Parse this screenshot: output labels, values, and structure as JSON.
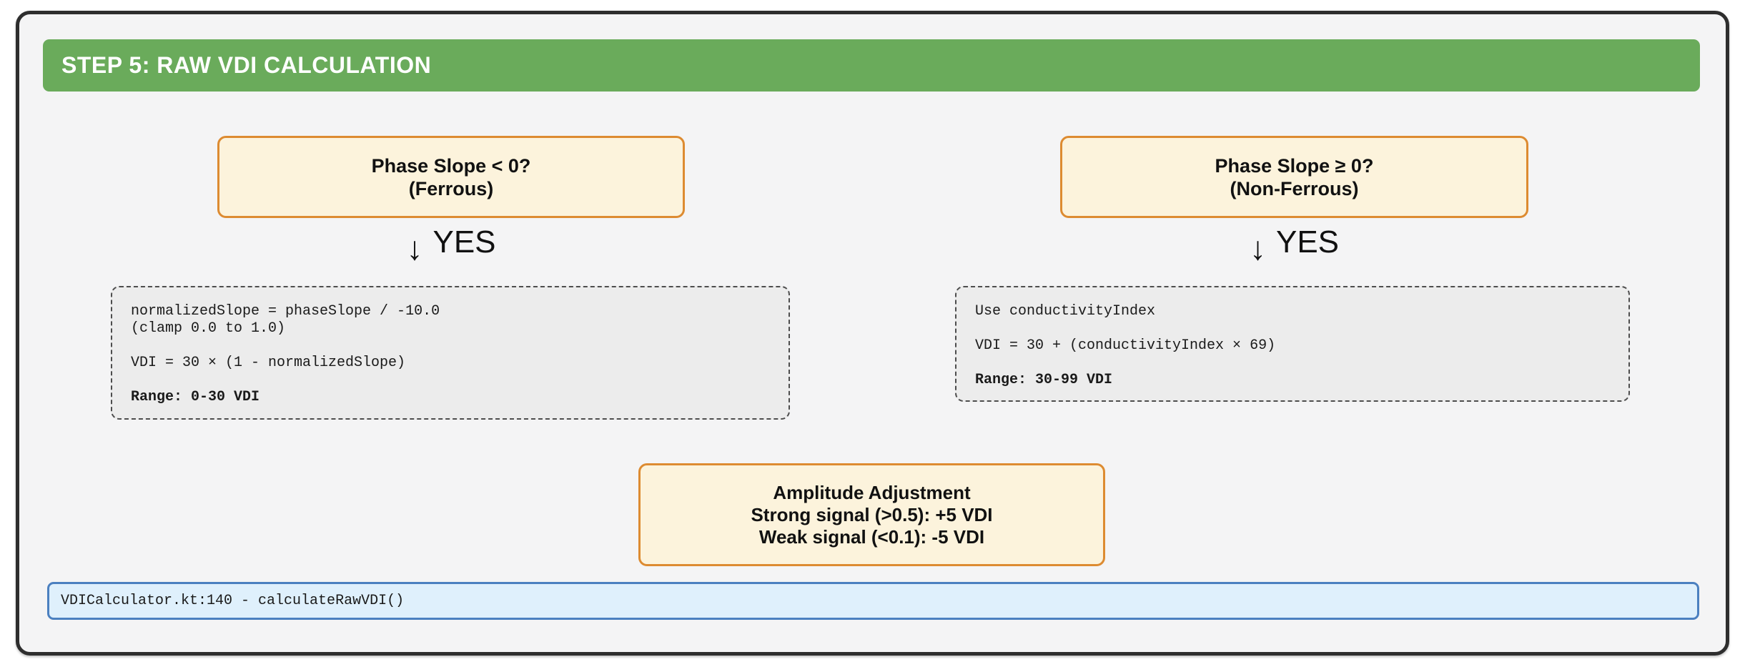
{
  "header": {
    "title": "STEP 5: RAW VDI CALCULATION"
  },
  "branches": {
    "ferrous": {
      "question": "Phase Slope < 0?",
      "category": "(Ferrous)",
      "arrow_glyph": "↓",
      "arrow_label": "YES",
      "formula": "normalizedSlope = phaseSlope / -10.0\n(clamp 0.0 to 1.0)\n\nVDI = 30 × (1 - normalizedSlope)",
      "range": "Range: 0-30 VDI"
    },
    "non_ferrous": {
      "question": "Phase Slope ≥ 0?",
      "category": "(Non-Ferrous)",
      "arrow_glyph": "↓",
      "arrow_label": "YES",
      "formula": "Use conductivityIndex\n\nVDI = 30 + (conductivityIndex × 69)",
      "range": "Range: 30-99 VDI"
    }
  },
  "amplitude": {
    "title": "Amplitude Adjustment",
    "strong_rule": "Strong signal (>0.5): +5 VDI",
    "weak_rule": "Weak signal (<0.1): -5 VDI"
  },
  "footer": {
    "reference": "VDICalculator.kt:140 - calculateRawVDI()"
  },
  "colors": {
    "header_bg": "#6aab5b",
    "header_text": "#ffffff",
    "decision_fill": "#fcf3dc",
    "decision_border": "#dd8b31",
    "code_fill": "#ececec",
    "code_border": "#4d4d4d",
    "footer_fill": "#dff0fc",
    "footer_border": "#4b80c0",
    "panel_bg": "#f4f4f5",
    "panel_border": "#2e2e2e"
  }
}
